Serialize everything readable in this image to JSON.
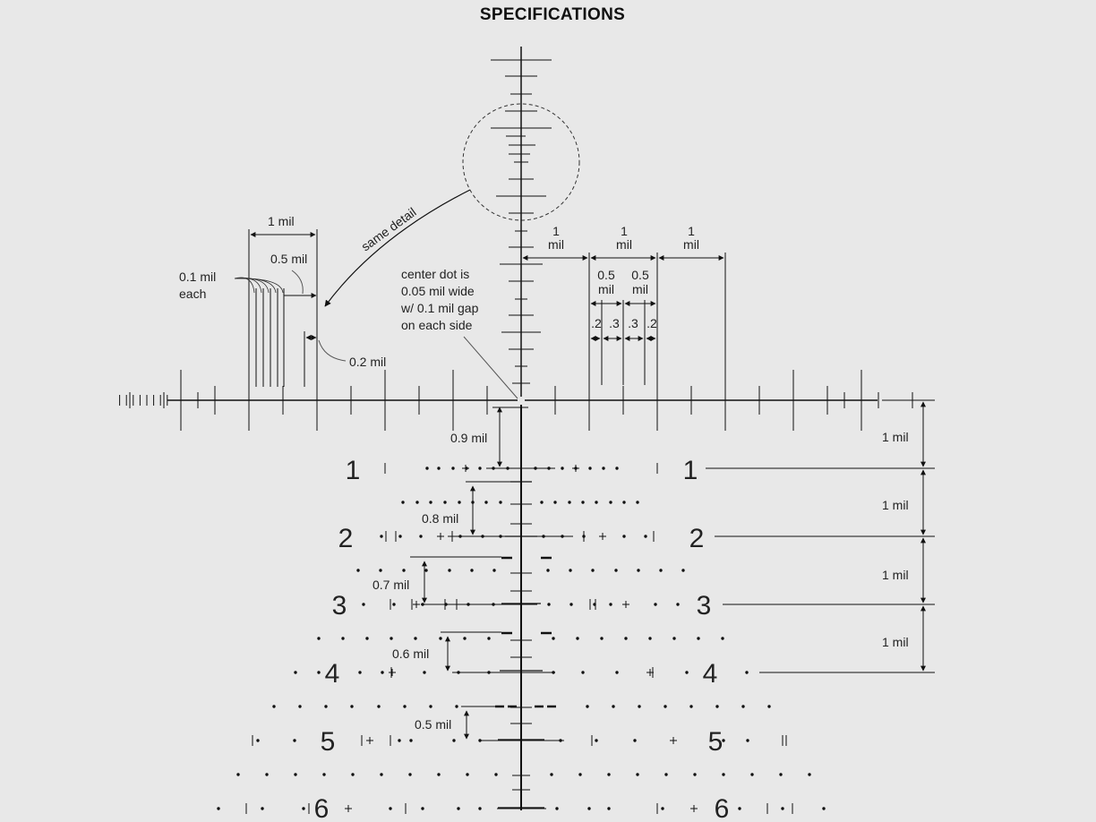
{
  "title": "SPECIFICATIONS",
  "callouts": {
    "same_detail": "same detail",
    "center_dot": [
      "center dot is",
      "0.05 mil wide",
      "w/ 0.1 mil gap",
      "on each side"
    ],
    "point_one_each": [
      "0.1 mil",
      "each"
    ],
    "one_mil": "1 mil",
    "half_mil": "0.5 mil",
    "point_two_mil": "0.2 mil"
  },
  "right_scale": {
    "one_label": [
      "1",
      "mil"
    ],
    "half_label": [
      "0.5",
      "mil"
    ],
    "sub_labels": [
      ".2",
      ".3",
      ".3",
      ".2"
    ]
  },
  "holdover_rows": [
    {
      "number": "1",
      "drop_label": "0.9 mil",
      "spacing_label": "1 mil"
    },
    {
      "number": "2",
      "drop_label": "0.8 mil",
      "spacing_label": "1 mil"
    },
    {
      "number": "3",
      "drop_label": "0.7 mil",
      "spacing_label": "1 mil"
    },
    {
      "number": "4",
      "drop_label": "0.6 mil",
      "spacing_label": "1 mil"
    },
    {
      "number": "5",
      "drop_label": "0.5 mil"
    },
    {
      "number": "6"
    }
  ],
  "colors": {
    "ink": "#111111",
    "background": "#e8e8e8"
  }
}
